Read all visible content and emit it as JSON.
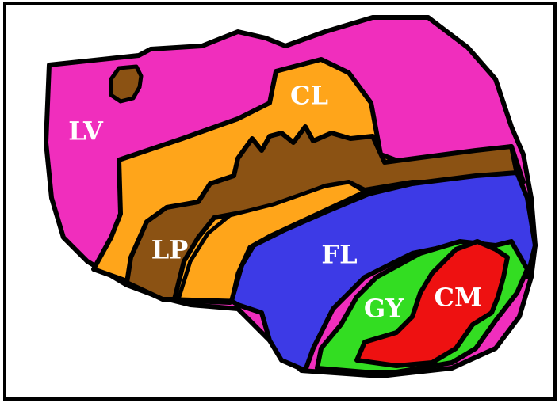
{
  "colors": {
    "frame": "#000000",
    "outline": "#000000",
    "background": "#ffffff",
    "label_text": "#ffffff"
  },
  "regions": [
    {
      "id": "LV",
      "label": "LV",
      "color": "#f02ebd"
    },
    {
      "id": "CL",
      "label": "CL",
      "color": "#ffa51a"
    },
    {
      "id": "LP",
      "label": "LP",
      "color": "#8b5213"
    },
    {
      "id": "FL",
      "label": "FL",
      "color": "#3d3ae6"
    },
    {
      "id": "GY",
      "label": "GY",
      "color": "#33dd22"
    },
    {
      "id": "CM",
      "label": "CM",
      "color": "#ee1111"
    }
  ]
}
